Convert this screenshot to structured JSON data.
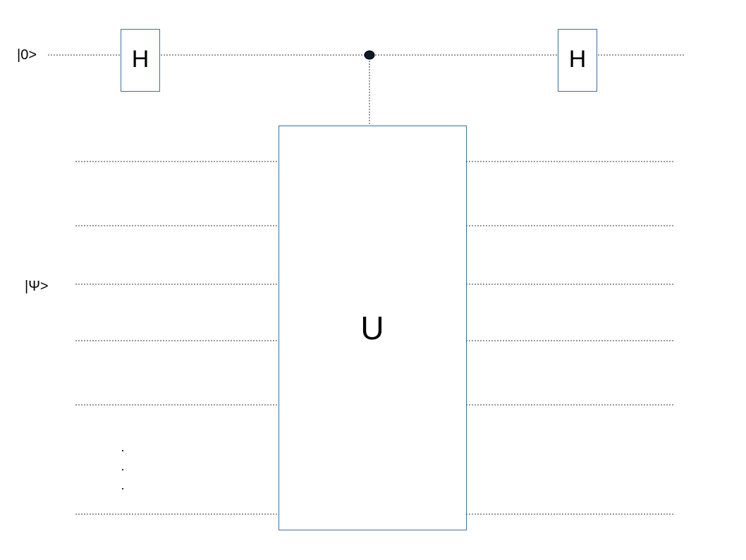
{
  "ancilla": {
    "label": "|0>"
  },
  "register": {
    "label": "|Ψ>",
    "ellipsis": [
      "·",
      "·",
      "·"
    ]
  },
  "gates": {
    "hadamard_left": "H",
    "hadamard_right": "H",
    "unitary": "U"
  },
  "colors": {
    "gate_border": "#3d6e9c",
    "wire": "#333333",
    "control_dot": "#0d1b2a"
  }
}
